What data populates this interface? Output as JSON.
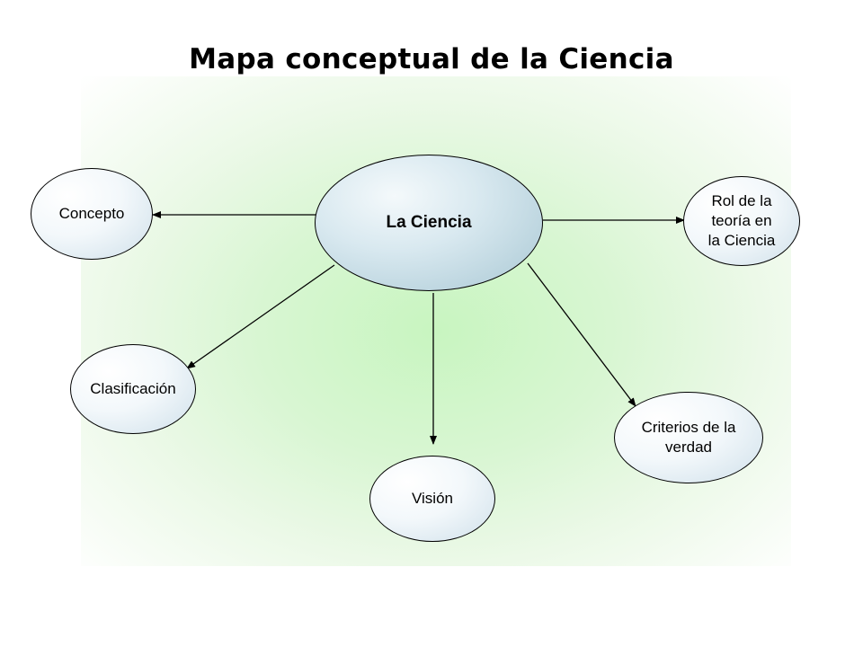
{
  "title": "Mapa conceptual  de la Ciencia",
  "center": {
    "label": "La Ciencia"
  },
  "nodes": {
    "concepto": "Concepto",
    "rol": "Rol de la \nteoría en\nla Ciencia",
    "clasificacion": "Clasificación",
    "criterios": "Criterios de la\nverdad",
    "vision": "Visión"
  },
  "colors": {
    "background_glow": "#c8f5c0",
    "center_fill": "#a9c8d4",
    "node_fill": "#cfe0ea",
    "line": "#000000"
  }
}
